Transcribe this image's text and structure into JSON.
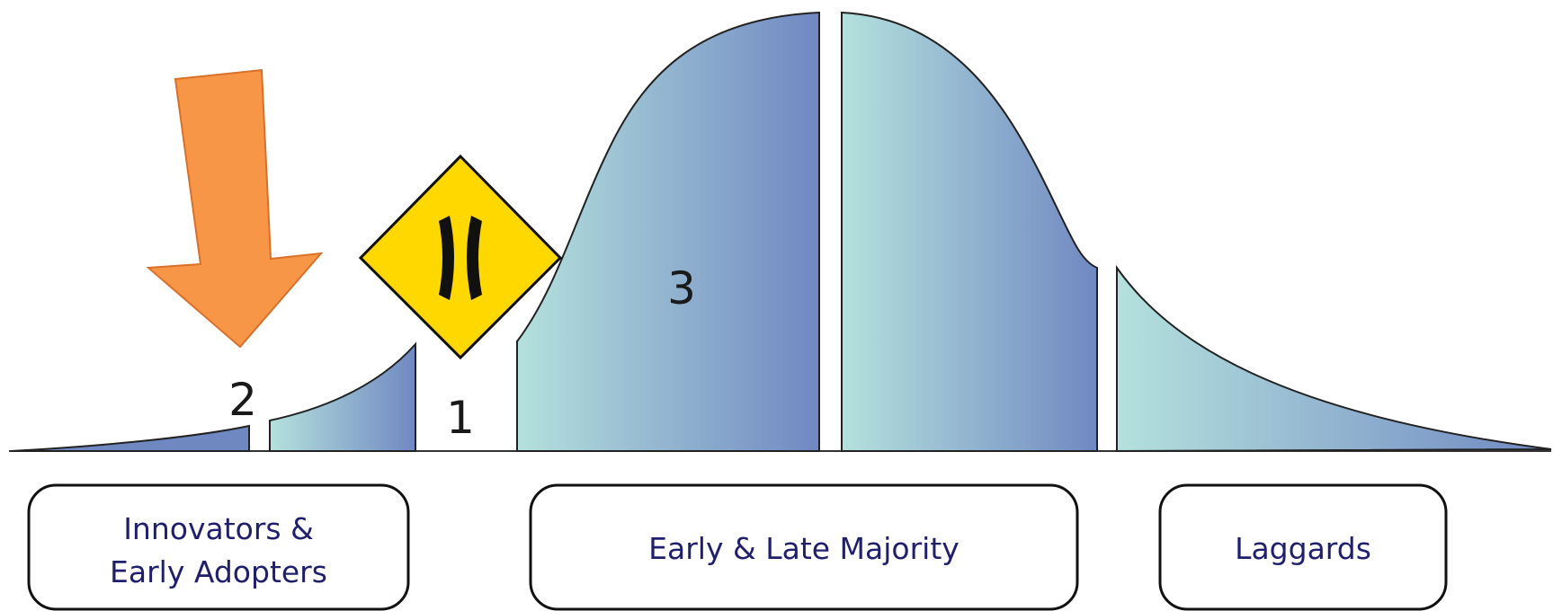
{
  "markers": {
    "one": "1",
    "two": "2",
    "three": "3"
  },
  "segments": [
    {
      "label_line1": "Innovators &",
      "label_line2": "Early Adopters"
    },
    {
      "label": "Early & Late Majority"
    },
    {
      "label": "Laggards"
    }
  ],
  "icons": {
    "pointer": "arrow-down-icon",
    "sign": "narrow-bridge-sign-icon"
  },
  "colors": {
    "curve_light": "#b4e1dd",
    "curve_dark": "#7088c2",
    "arrow": "#f79646",
    "sign": "#ffd800"
  }
}
